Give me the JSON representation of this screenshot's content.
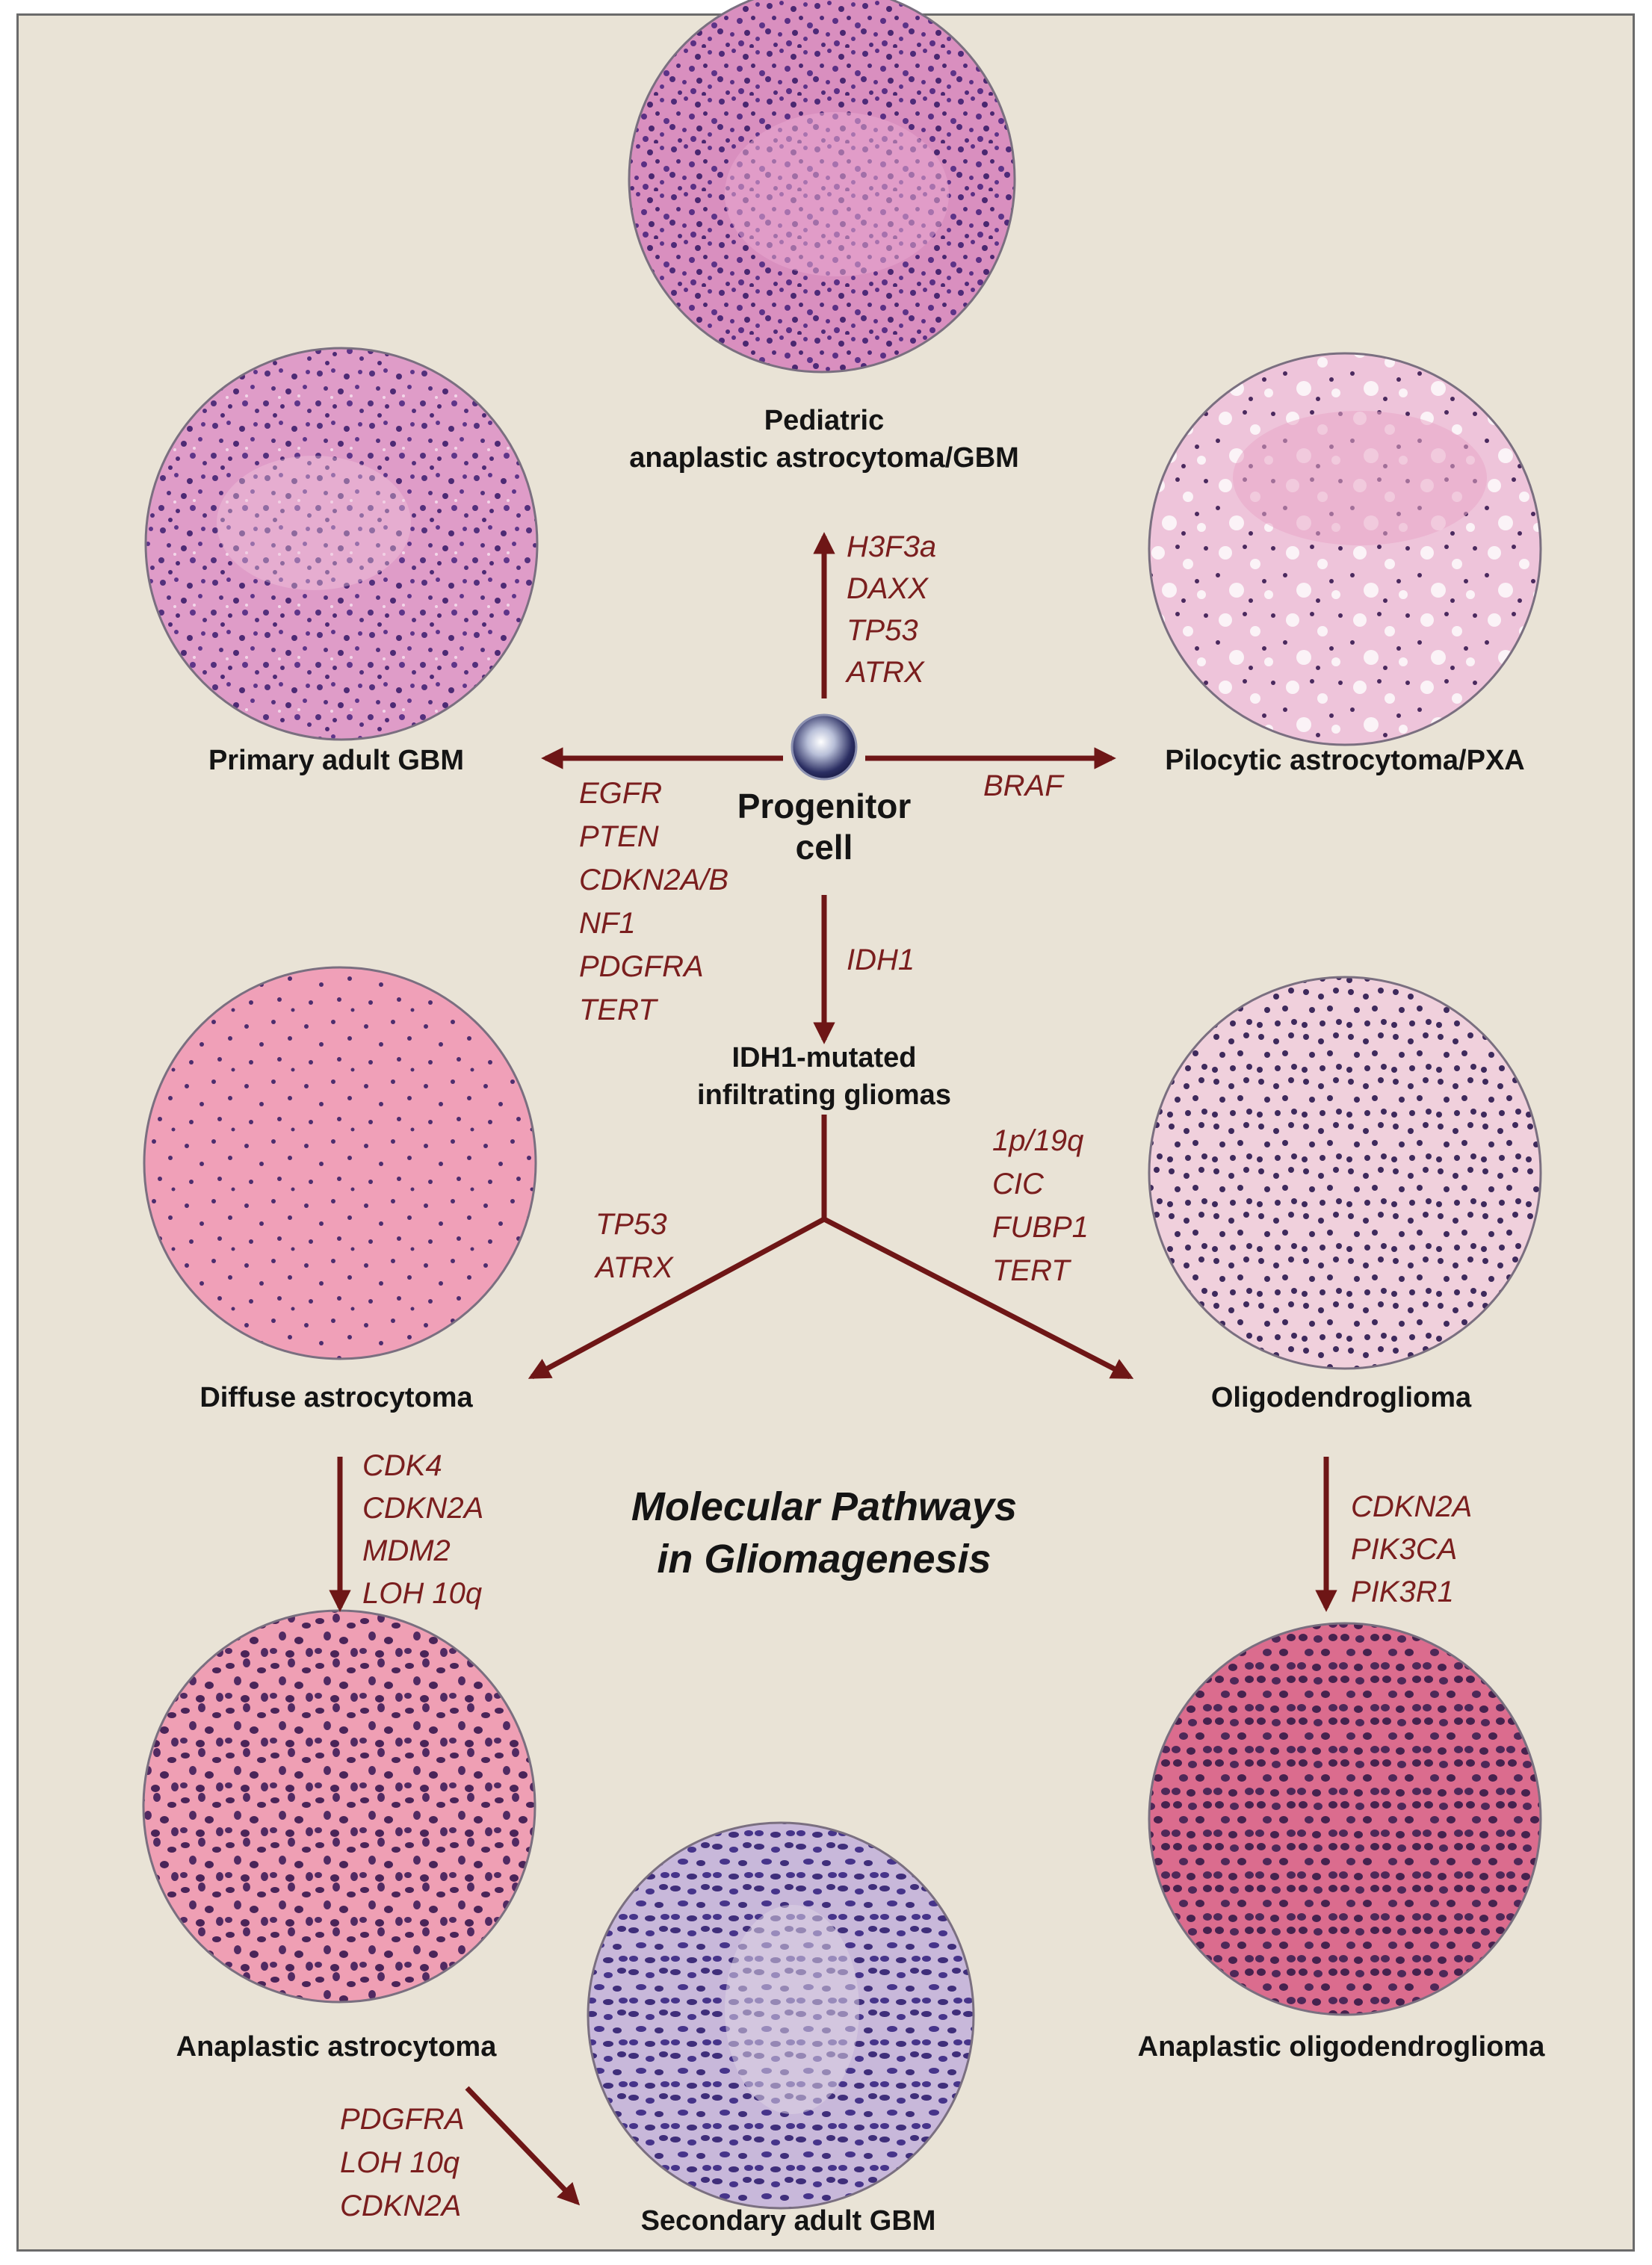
{
  "title": {
    "line1": "Molecular Pathways",
    "line2": "in Gliomagenesis"
  },
  "center": {
    "line1": "Progenitor",
    "line2": "cell"
  },
  "nodes": {
    "pediatric": {
      "line1": "Pediatric",
      "line2": "anaplastic astrocytoma/GBM"
    },
    "primary_gbm": "Primary adult GBM",
    "pilocytic": "Pilocytic astrocytoma/PXA",
    "idh1_gliomas": {
      "line1": "IDH1-mutated",
      "line2": "infiltrating gliomas"
    },
    "diffuse": "Diffuse astrocytoma",
    "oligo": "Oligodendroglioma",
    "anaplastic_astro": "Anaplastic astrocytoma",
    "anaplastic_oligo": "Anaplastic oligodendroglioma",
    "secondary_gbm": "Secondary adult GBM"
  },
  "genes": {
    "to_pediatric": [
      "H3F3a",
      "DAXX",
      "TP53",
      "ATRX"
    ],
    "to_primary_gbm": [
      "EGFR",
      "PTEN",
      "CDKN2A/B",
      "NF1",
      "PDGFRA",
      "TERT"
    ],
    "to_pilocytic": [
      "BRAF"
    ],
    "to_idh1": [
      "IDH1"
    ],
    "to_diffuse": [
      "TP53",
      "ATRX"
    ],
    "to_oligo": [
      "1p/19q",
      "CIC",
      "FUBP1",
      "TERT"
    ],
    "to_anaplastic_astro": [
      "CDK4",
      "CDKN2A",
      "MDM2",
      "LOH 10q"
    ],
    "to_anaplastic_oligo": [
      "CDKN2A",
      "PIK3CA",
      "PIK3R1"
    ],
    "to_secondary_gbm": [
      "PDGFRA",
      "LOH 10q",
      "CDKN2A"
    ]
  },
  "colors": {
    "background": "#e9e3d6",
    "arrow": "#6e1616",
    "gene_text": "#7a1e1e",
    "label_text": "#141414"
  }
}
